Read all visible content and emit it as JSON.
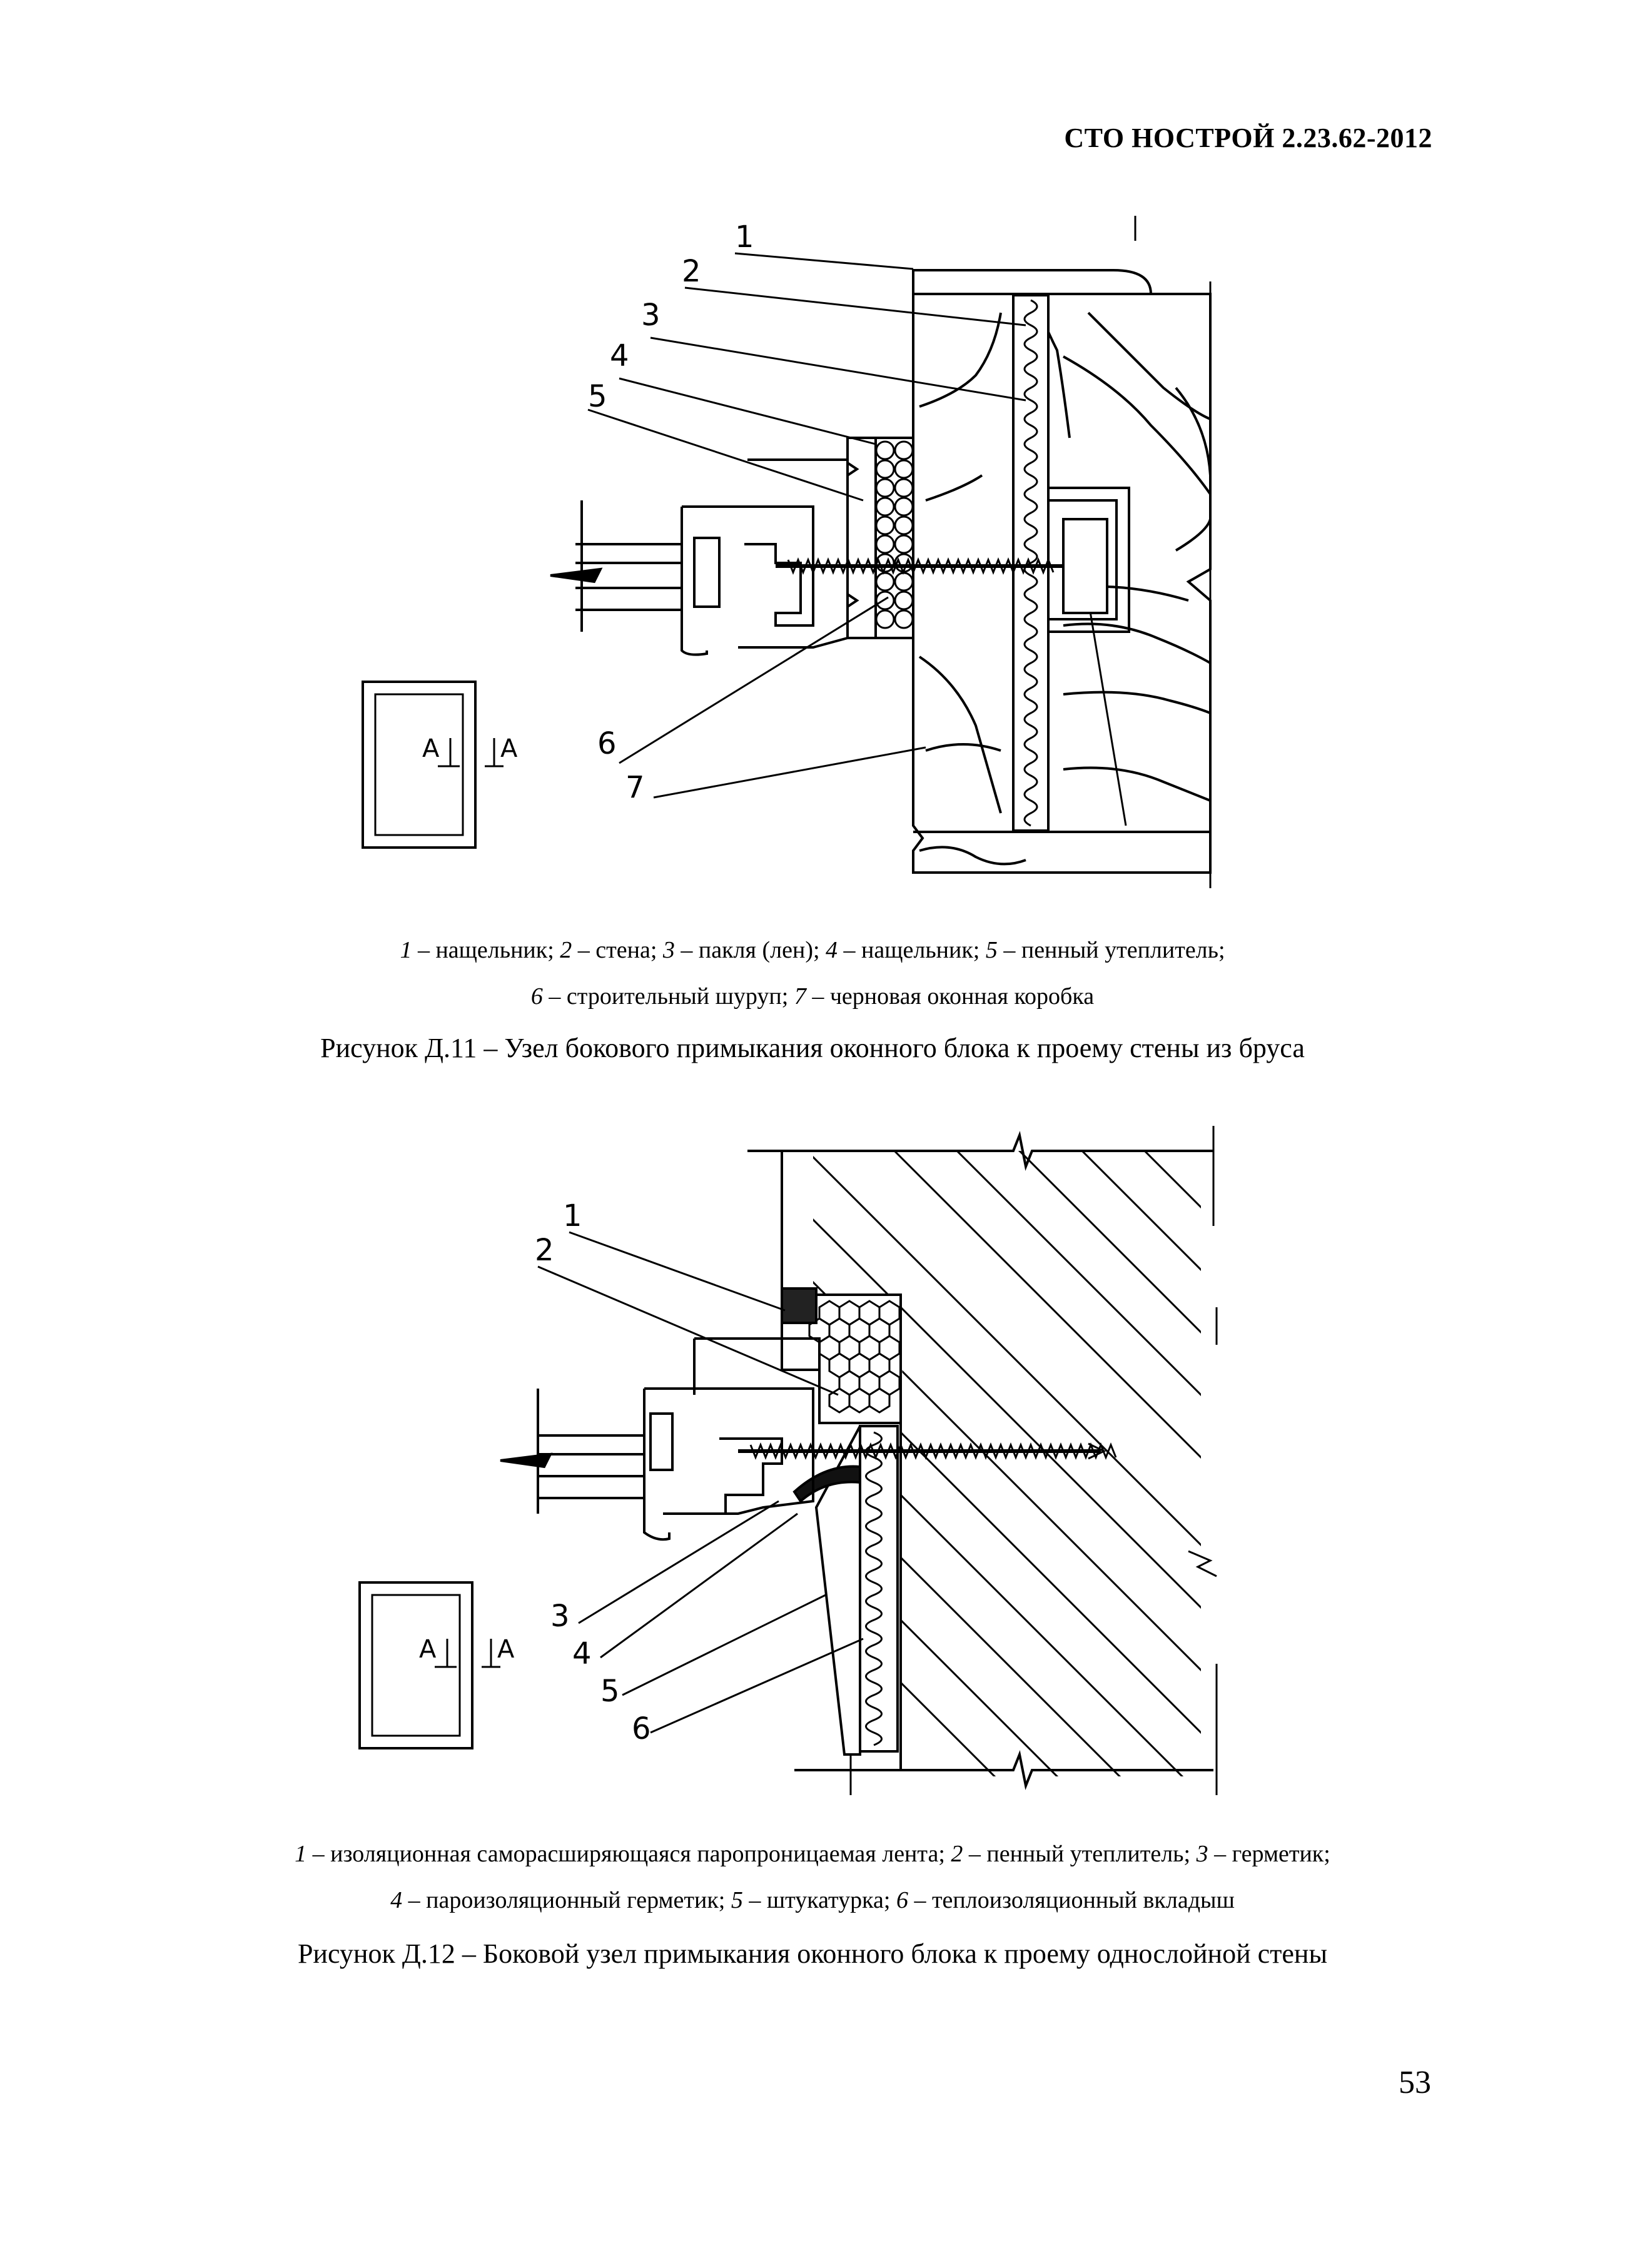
{
  "header": {
    "doc_code": "СТО НОСТРОЙ 2.23.62-2012"
  },
  "figure1": {
    "callouts": [
      "1",
      "2",
      "3",
      "4",
      "5",
      "6",
      "7"
    ],
    "section_marker": {
      "left": "A",
      "right": "A"
    },
    "legend_line1": [
      {
        "n": "1",
        "t": " – нащельник; "
      },
      {
        "n": "2",
        "t": " – стена; "
      },
      {
        "n": "3",
        "t": " – пакля (лен); "
      },
      {
        "n": "4",
        "t": " – нащельник; "
      },
      {
        "n": "5",
        "t": " – пенный утеплитель;"
      }
    ],
    "legend_line2": [
      {
        "n": "6",
        "t": " – строительный шуруп; "
      },
      {
        "n": "7",
        "t": " – черновая оконная коробка"
      }
    ],
    "caption": "Рисунок Д.11 – Узел бокового примыкания оконного блока к проему стены из бруса"
  },
  "figure2": {
    "callouts": [
      "1",
      "2",
      "3",
      "4",
      "5",
      "6"
    ],
    "section_marker": {
      "left": "A",
      "right": "A"
    },
    "legend_line1": [
      {
        "n": "1",
        "t": " – изоляционная саморасширяющаяся паропроницаемая лента; "
      },
      {
        "n": "2",
        "t": " – пенный утеплитель; "
      },
      {
        "n": "3",
        "t": " – герметик;"
      }
    ],
    "legend_line2": [
      {
        "n": "4",
        "t": " – пароизоляционный герметик; "
      },
      {
        "n": "5",
        "t": " – штукатурка; "
      },
      {
        "n": "6",
        "t": " – теплоизоляционный вкладыш"
      }
    ],
    "caption": "Рисунок Д.12 – Боковой узел примыкания оконного блока к проему однослойной стены"
  },
  "page_number": "53"
}
